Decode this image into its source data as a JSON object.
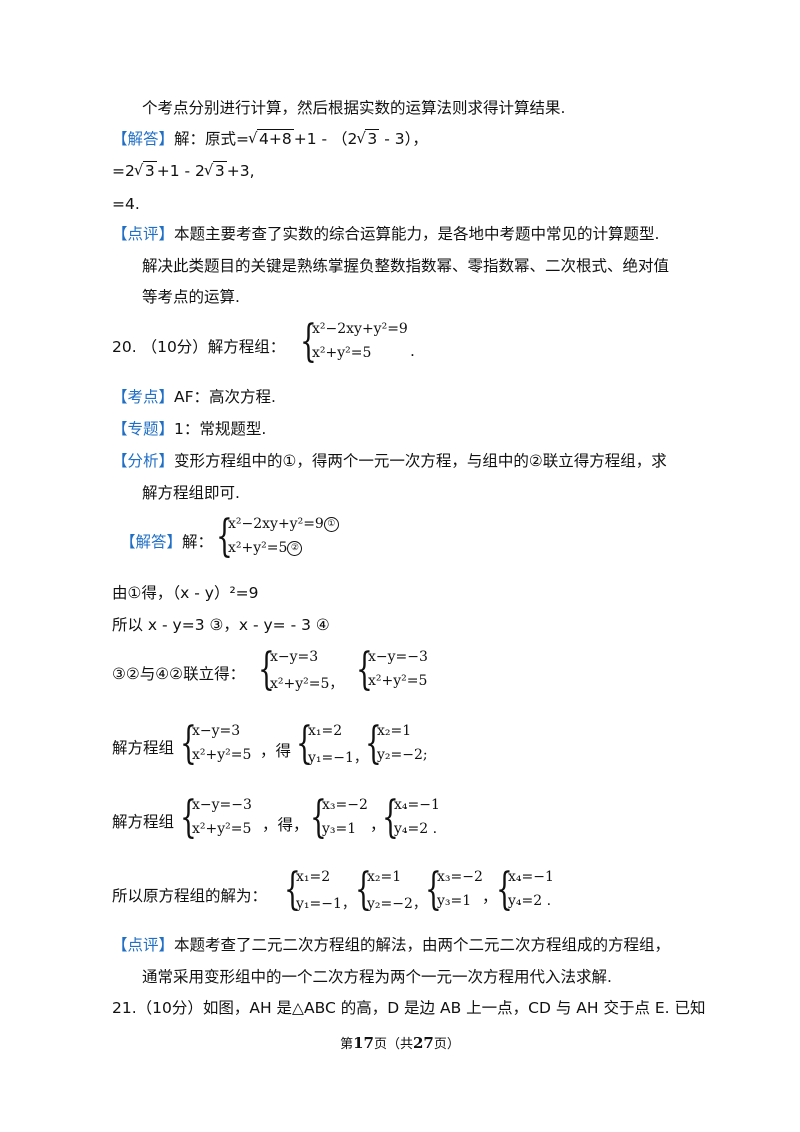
{
  "lines": {
    "l1": "个考点分别进行计算，然后根据实数的运算法则求得计算结果.",
    "jieda1_tag": "【解答】",
    "jieda1_a": "解：原式=",
    "jieda1_rad1": "4+8",
    "jieda1_b": "+1 - （2",
    "jieda1_rad2": "3",
    "jieda1_c": " - 3），",
    "s2_a": "=2",
    "s2_rad1": "3",
    "s2_b": "+1 - 2",
    "s2_rad2": "3",
    "s2_c": "+3,",
    "s3": "=4.",
    "dianping1_tag": "【点评】",
    "dianping1_a": "本题主要考查了实数的综合运算能力，是各地中考题中常见的计算题型.",
    "dianping1_b": "解决此类题目的关键是熟练掌握负整数指数幂、零指数幂、二次根式、绝对值",
    "dianping1_c": "等考点的运算.",
    "q20": "20.  （10分）解方程组：",
    "q20_end": ".",
    "kaodian_tag": "【考点】",
    "kaodian": "AF：高次方程.",
    "zhuanti_tag": "【专题】",
    "zhuanti": "1：常规题型.",
    "fenxi_tag": "【分析】",
    "fenxi_a": "变形方程组中的①，得两个一元一次方程，与组中的②联立得方程组，求",
    "fenxi_b": "解方程组即可.",
    "jieda2_tag": "【解答】",
    "jieda2": "解：",
    "you1": "由①得，（x - y）²=9",
    "suoyi1": "所以 x - y=3 ③，x - y= - 3 ④",
    "lianli": "③②与④②联立得：",
    "jiefc1": "解方程组",
    "de1": "，得",
    "jiefc2": "解方程组",
    "de2": "，得，",
    "suoyi2": "所以原方程组的解为：",
    "dianping2_tag": "【点评】",
    "dianping2_a": "本题考查了二元二次方程组的解法，由两个二元二次方程组成的方程组，",
    "dianping2_b": "通常采用变形组中的一个二次方程为两个一元一次方程用代入法求解.",
    "q21": "21.（10分）如图，AH 是△ABC 的高，D 是边 AB 上一点，CD 与 AH 交于点 E. 已知"
  },
  "eq": {
    "main_r1": "x²−2xy+y²=9",
    "main_r2": "x²+y²=5",
    "c1": "①",
    "c2": "②",
    "a_r1": "x−y=3",
    "a_r2": "x²+y²=5",
    "b_r1": "x−y=−3",
    "b_r2": "x²+y²=5",
    "s1_r1": "x₁=2",
    "s1_r2": "y₁=−1",
    "s2_r1": "x₂=1",
    "s2_r2": "y₂=−2",
    "s3_r1": "x₃=−2",
    "s3_r2": "y₃=1",
    "s4_r1": "x₄=−1",
    "s4_r2": "y₄=2",
    "comma": "，",
    "semicolon": ";",
    "period": "."
  },
  "footer": {
    "a": "第",
    "page": "17",
    "b": "页（共",
    "total": "27",
    "c": "页）"
  }
}
